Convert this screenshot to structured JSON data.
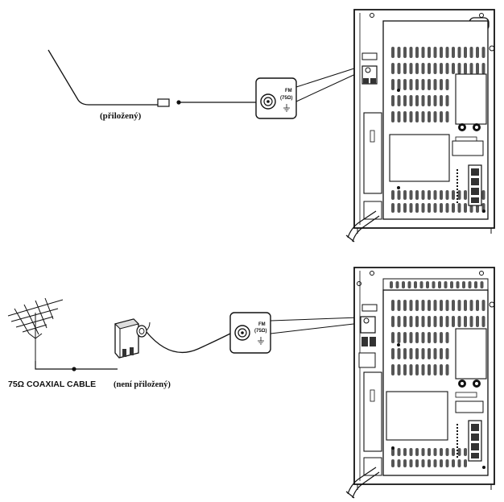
{
  "diagram": {
    "top": {
      "cable_note": "(přiložený)",
      "jack_label": "FM",
      "jack_impedance": "(75Ω)"
    },
    "bottom": {
      "cable_type": "75Ω COAXIAL CABLE",
      "cable_note": "(není přiložený)",
      "jack_label": "FM",
      "jack_impedance": "(75Ω)"
    }
  }
}
